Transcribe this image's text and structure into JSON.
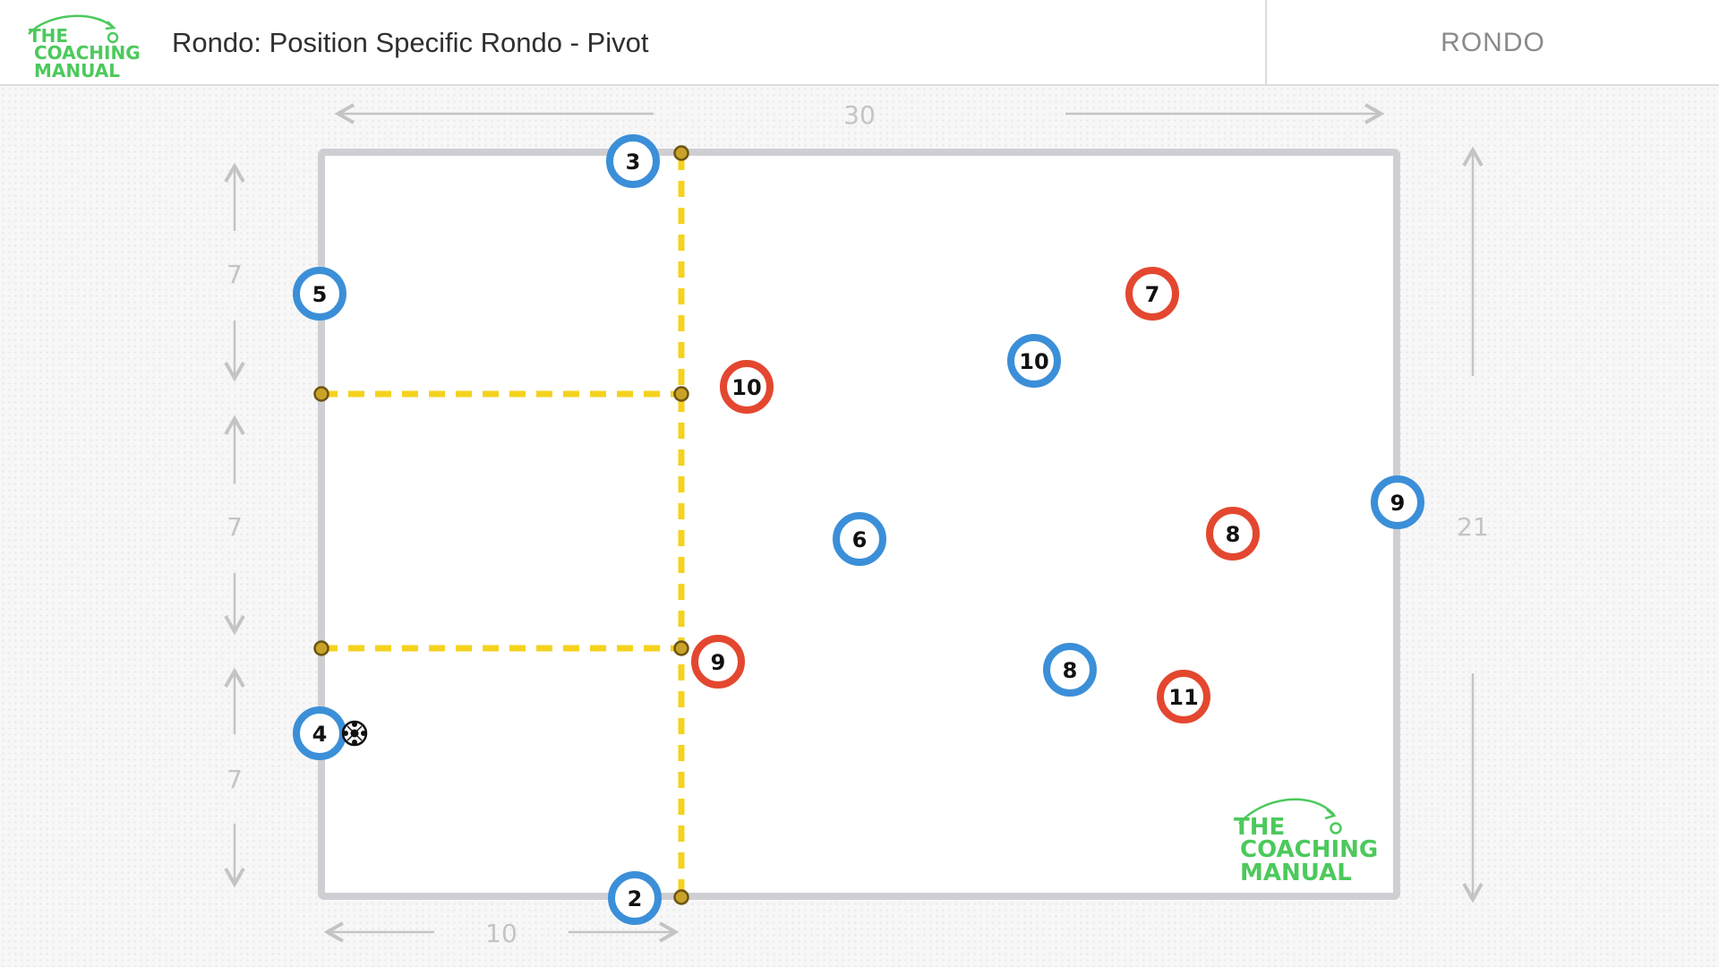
{
  "header": {
    "logo_lines": [
      "THE",
      "COACHING",
      "MANUAL"
    ],
    "title": "Rondo: Position Specific Rondo - Pivot",
    "category": "RONDO"
  },
  "dimensions": {
    "top_width": "30",
    "right_height": "21",
    "left_segments": [
      "7",
      "7",
      "7"
    ],
    "bottom_segment": "10"
  },
  "players": {
    "blue": [
      "3",
      "5",
      "4",
      "2",
      "10",
      "6",
      "8",
      "9"
    ],
    "red": [
      "10",
      "9",
      "7",
      "8",
      "11"
    ]
  },
  "colors": {
    "pitch_border": "#cfcfd3",
    "blue_team": "#3b8fd8",
    "red_team": "#e4472f",
    "zone_line": "#f5d21d",
    "cone_fill": "#c9a227",
    "logo_green": "#4cc95c",
    "dimension_gray": "#c4c4c4"
  },
  "icons": {
    "ball": "soccer-ball-icon"
  },
  "watermark_lines": [
    "THE",
    "COACHING",
    "MANUAL"
  ]
}
